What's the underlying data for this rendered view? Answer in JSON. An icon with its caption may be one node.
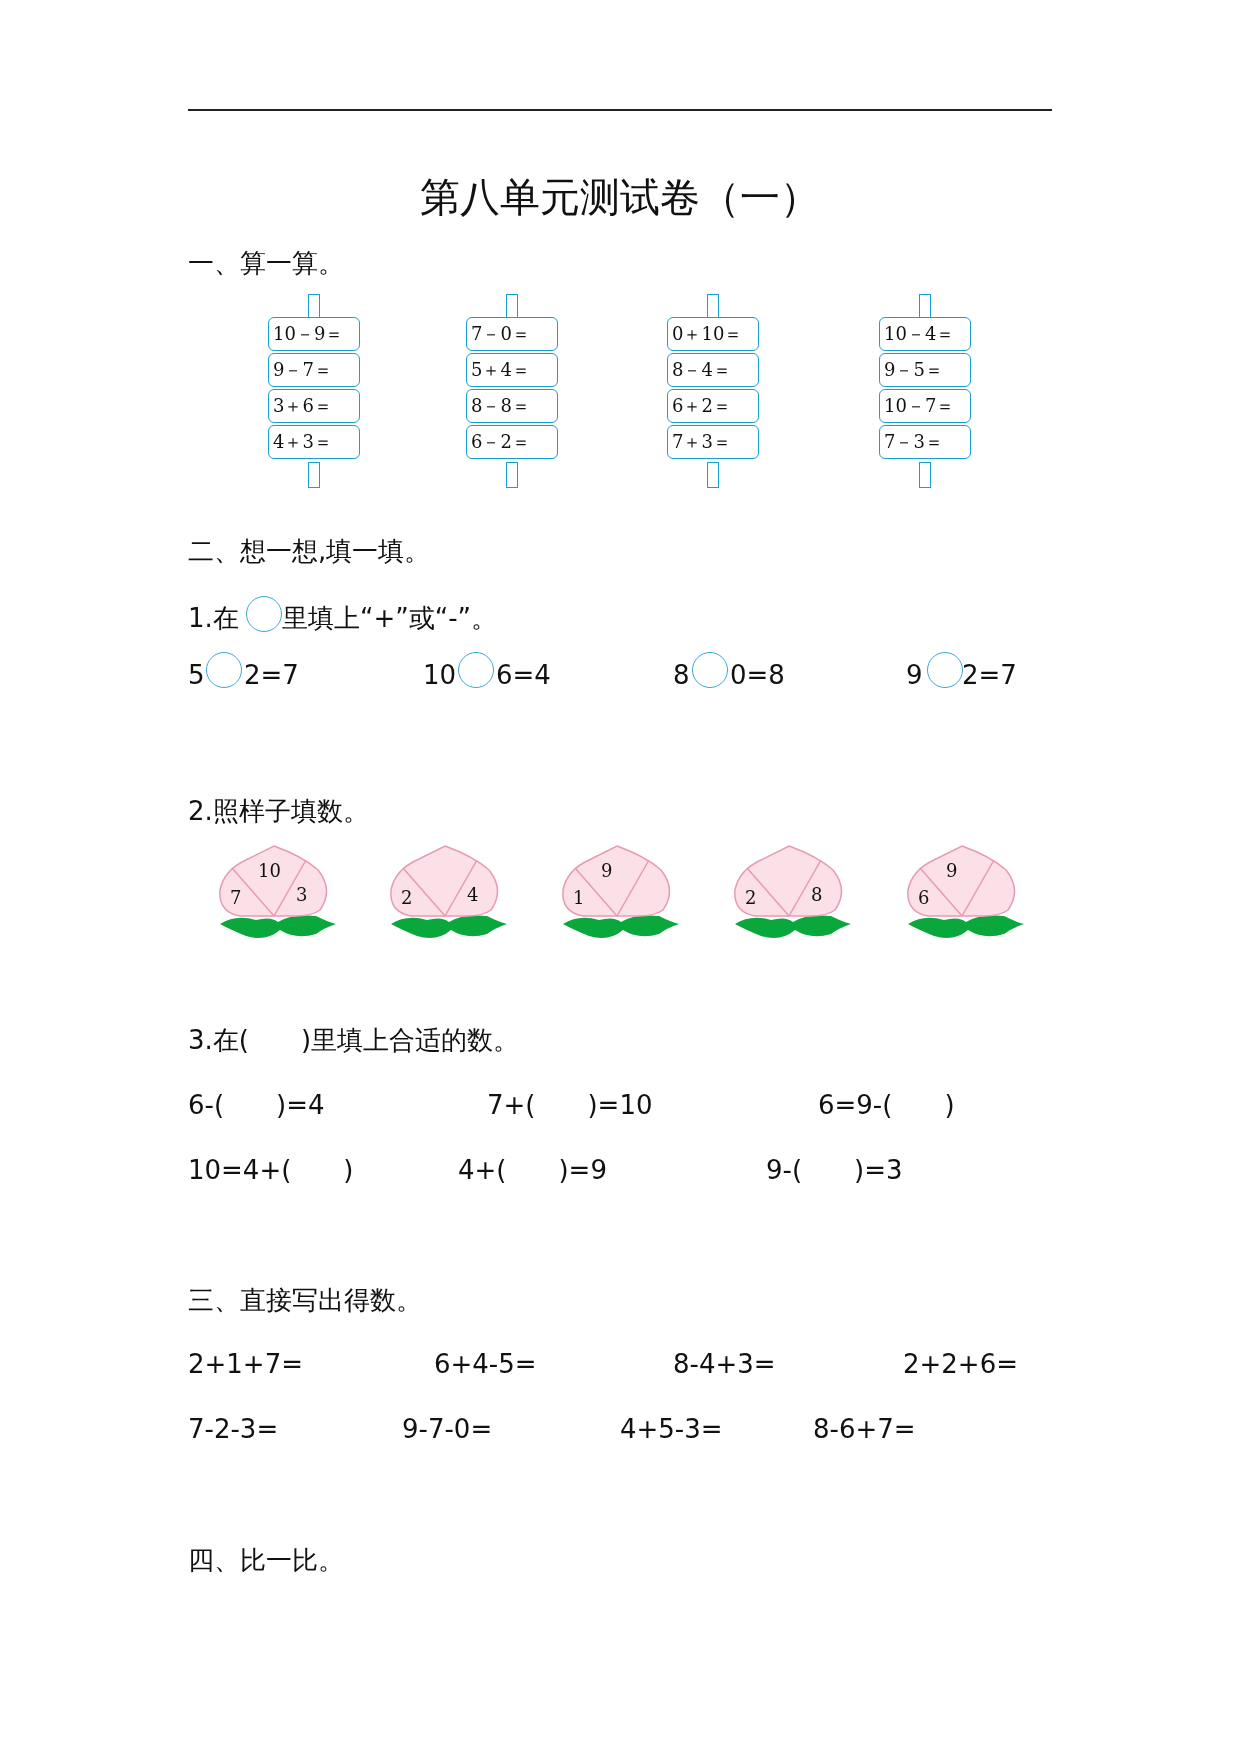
{
  "diagram": {
    "title": "第八单元测试卷（一）",
    "nodes": [
      {
        "text": [
          "10－9＝"
        ]
      },
      {
        "text": [
          "9－7＝"
        ]
      },
      {
        "text": [
          "3＋6＝"
        ]
      },
      {
        "text": [
          "4＋3＝"
        ]
      },
      {
        "text": [
          "7－0＝"
        ]
      },
      {
        "text": [
          "5＋4＝"
        ]
      },
      {
        "text": [
          "8－8＝"
        ]
      },
      {
        "text": [
          "6－2＝"
        ]
      },
      {
        "text": [
          "0＋10＝"
        ]
      },
      {
        "text": [
          "8－4＝"
        ]
      },
      {
        "text": [
          "6＋2＝"
        ]
      },
      {
        "text": [
          "7＋3＝"
        ]
      },
      {
        "text": [
          "10－4＝"
        ]
      },
      {
        "text": [
          "9－5＝"
        ]
      },
      {
        "text": [
          "10－7＝"
        ]
      },
      {
        "text": [
          "7－3＝"
        ]
      },
      {
        "text": [
          "10",
          "7",
          "3"
        ]
      },
      {
        "text": [
          "2",
          "4"
        ]
      },
      {
        "text": [
          "9",
          "1"
        ]
      },
      {
        "text": [
          "2",
          "8"
        ]
      },
      {
        "text": [
          "9",
          "6"
        ]
      }
    ],
    "labels": [
      "一、算一算。",
      "二、想一想,填一填。",
      "1.在",
      "里填上“+”或“-”。",
      "5",
      "2=7",
      "10",
      "6=4",
      "8",
      "0=8",
      "9",
      "2=7",
      "2.照样子填数。",
      "3.在(　　)里填上合适的数。",
      "6-(　　)=4",
      "7+(　　)=10",
      "6=9-(　　)",
      "10=4+(　　)",
      "4+(　　)=9",
      "9-(　　)=3",
      "三、直接写出得数。",
      "2+1+7=",
      "6+4-5=",
      "8-4+3=",
      "2+2+6=",
      "7-2-3=",
      "9-7-0=",
      "4+5-3=",
      "8-6+7=",
      "四、比一比。"
    ]
  }
}
